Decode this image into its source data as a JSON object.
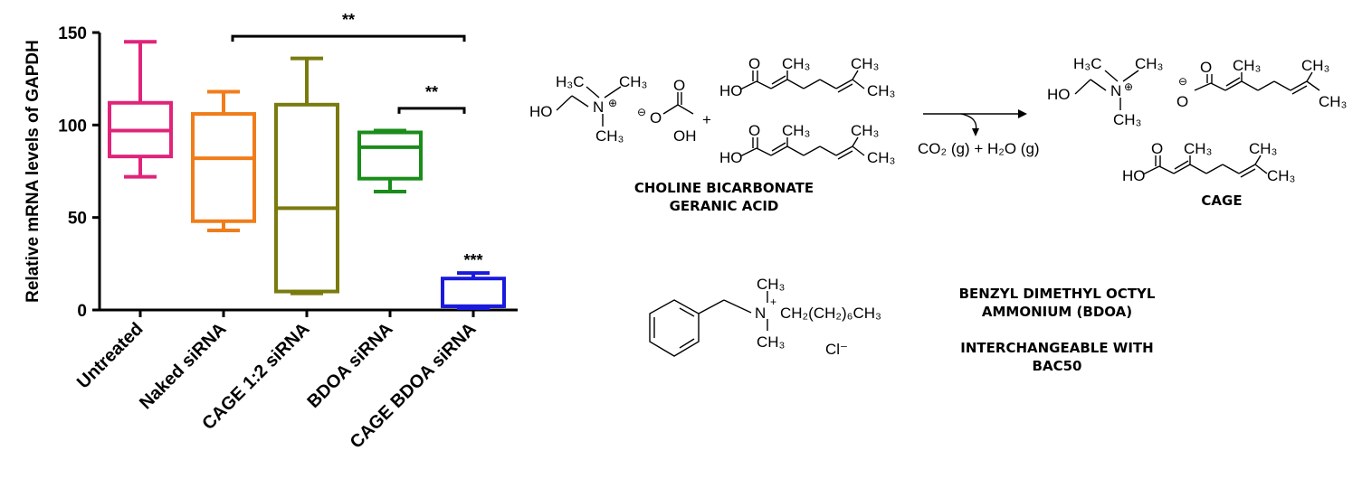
{
  "chart_data": {
    "type": "box",
    "ylabel": "Relative mRNA levels of GAPDH",
    "ylim": [
      0,
      150
    ],
    "yticks": [
      "0",
      "50",
      "100",
      "150"
    ],
    "categories": [
      "Untreated",
      "Naked siRNA",
      "CAGE 1:2 siRNA",
      "BDOA siRNA",
      "CAGE BDOA siRNA"
    ],
    "boxes": [
      {
        "name": "Untreated",
        "min": 72,
        "q1": 83,
        "median": 97,
        "q3": 112,
        "max": 145,
        "color": "#e0247a"
      },
      {
        "name": "Naked siRNA",
        "min": 43,
        "q1": 48,
        "median": 82,
        "q3": 106,
        "max": 118,
        "color": "#f07d1a"
      },
      {
        "name": "CAGE 1:2 siRNA",
        "min": 9,
        "q1": 10,
        "median": 55,
        "q3": 111,
        "max": 136,
        "color": "#7a7a0e"
      },
      {
        "name": "BDOA siRNA",
        "min": 64,
        "q1": 71,
        "median": 88,
        "q3": 96,
        "max": 97,
        "color": "#1a8c1a"
      },
      {
        "name": "CAGE BDOA siRNA",
        "min": 1,
        "q1": 2,
        "median": 2,
        "q3": 17,
        "max": 20,
        "color": "#1a1adc"
      }
    ],
    "annotations": [
      {
        "text": "**",
        "from": 1,
        "to": 4,
        "y": 148
      },
      {
        "text": "**",
        "from": 3,
        "to": 4,
        "y": 109
      },
      {
        "text": "***",
        "over": 4,
        "y": 24
      }
    ]
  },
  "chemistry": {
    "reaction": {
      "reactant_label_1": "CHOLINE BICARBONATE",
      "reactant_label_2": "GERANIC ACID",
      "plus": "+",
      "byproduct": "CO₂ (g) + H₂O (g)",
      "product_label": "CAGE"
    },
    "bdoa": {
      "substituent": "CH₂(CH₂)₆CH₃",
      "counterion": "Cl⁻",
      "label_line1": "BENZYL DIMETHYL OCTYL",
      "label_line2": "AMMONIUM (BDOA)",
      "note_line1": "INTERCHANGEABLE WITH",
      "note_line2": "BAC50"
    },
    "atoms": {
      "ch3": "CH₃",
      "h3c": "H₃C",
      "ho": "HO",
      "oh": "OH",
      "n": "N",
      "o": "O",
      "plus_charge": "⊕",
      "minus_charge": "⊖",
      "small_plus": "+"
    }
  }
}
